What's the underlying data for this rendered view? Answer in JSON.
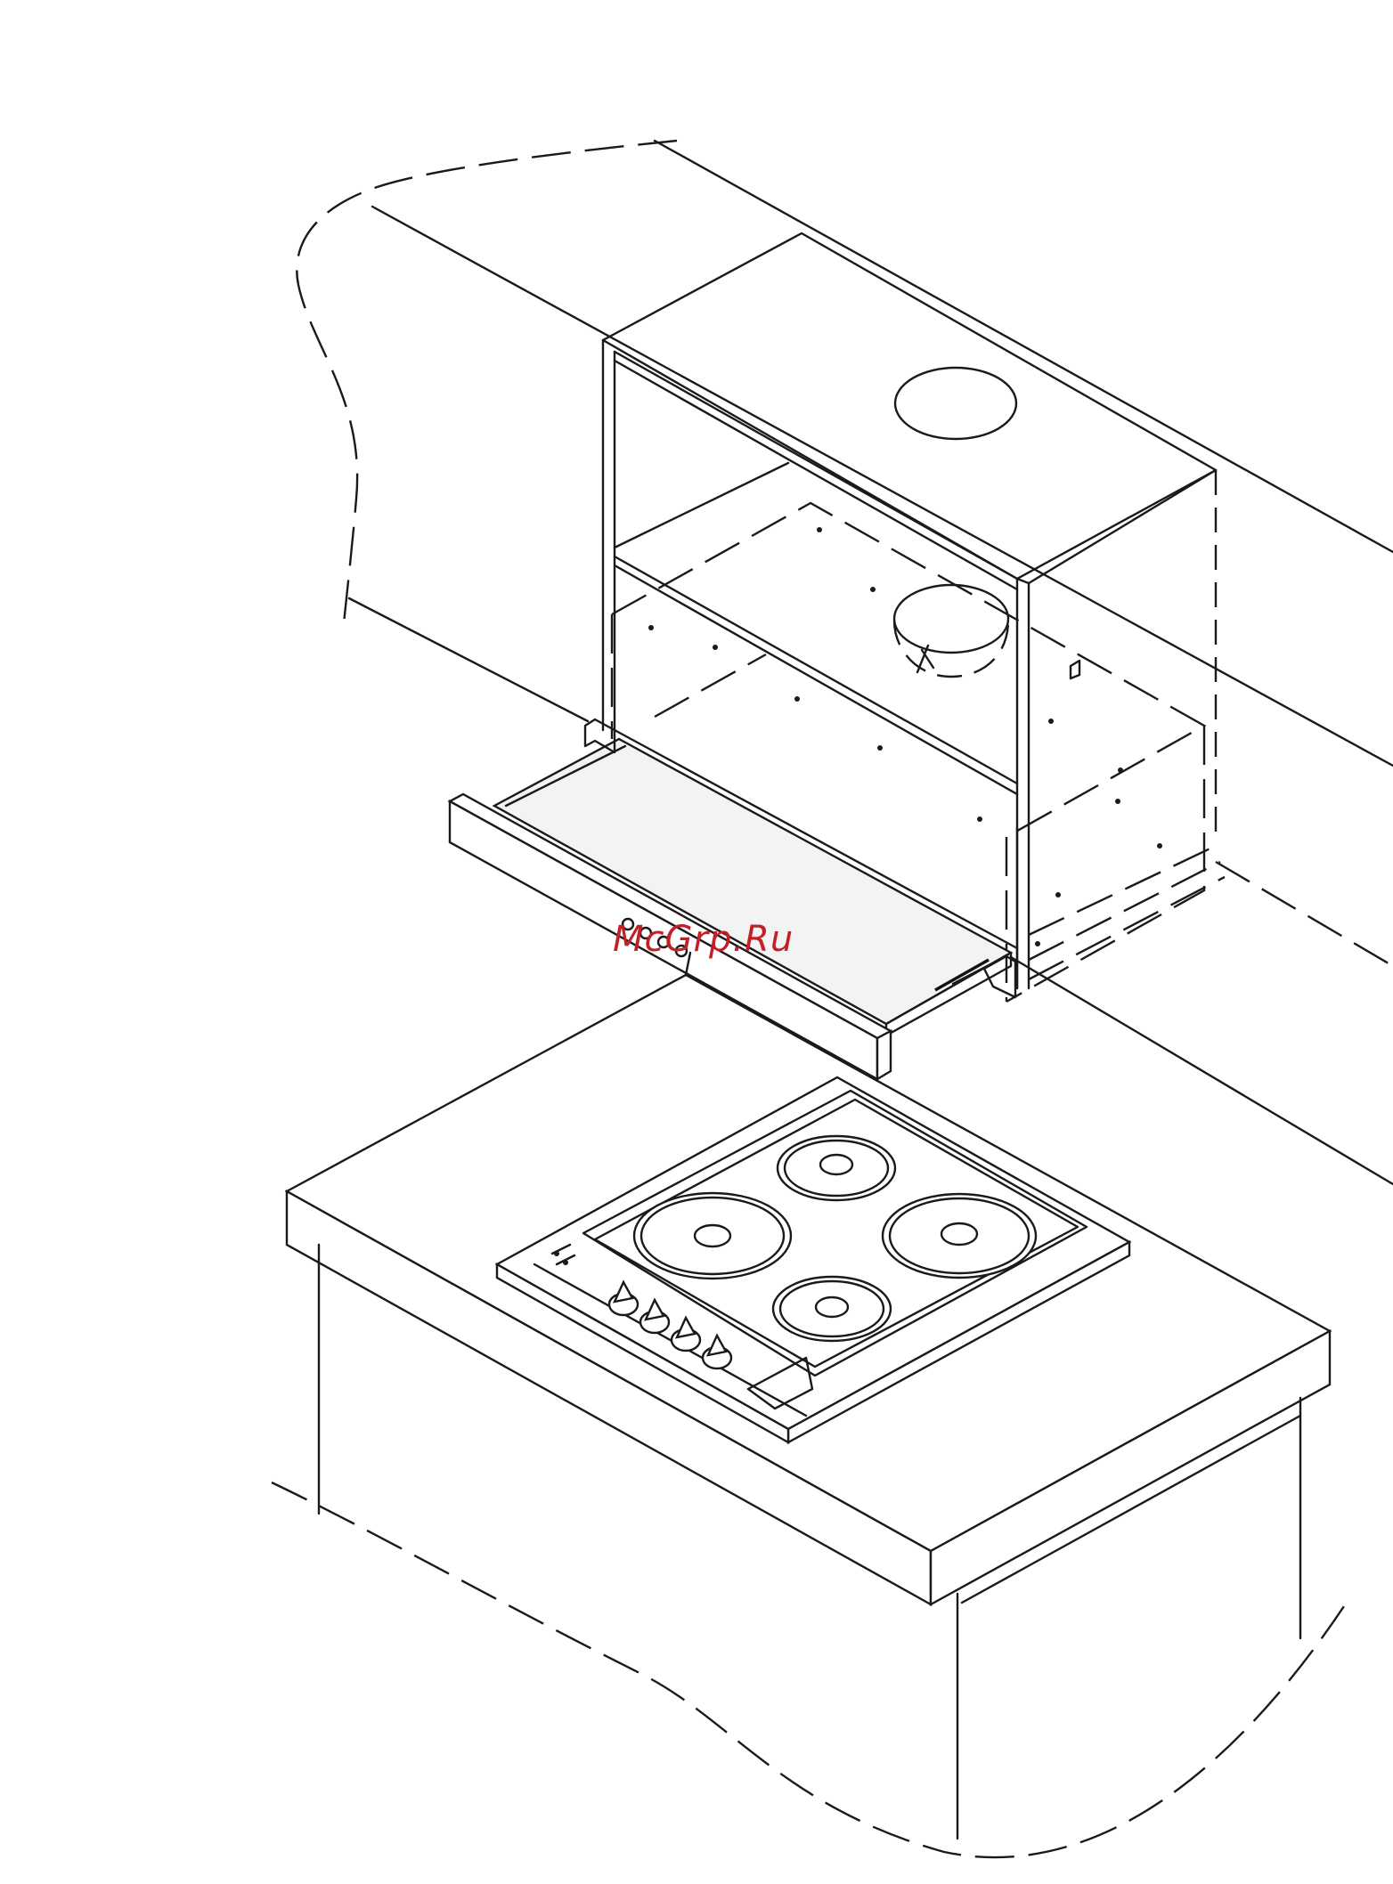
{
  "watermark": {
    "text": "McGrp.Ru",
    "color": "#c21f26"
  },
  "figure": {
    "subject_icons": [
      "kitchen-wall-cabinet",
      "telescopic-cooker-hood",
      "electric-hob",
      "worktop-island"
    ],
    "hob_burner_count": 4,
    "hob_knob_count": 4,
    "line_color": "#1a1a1a"
  }
}
